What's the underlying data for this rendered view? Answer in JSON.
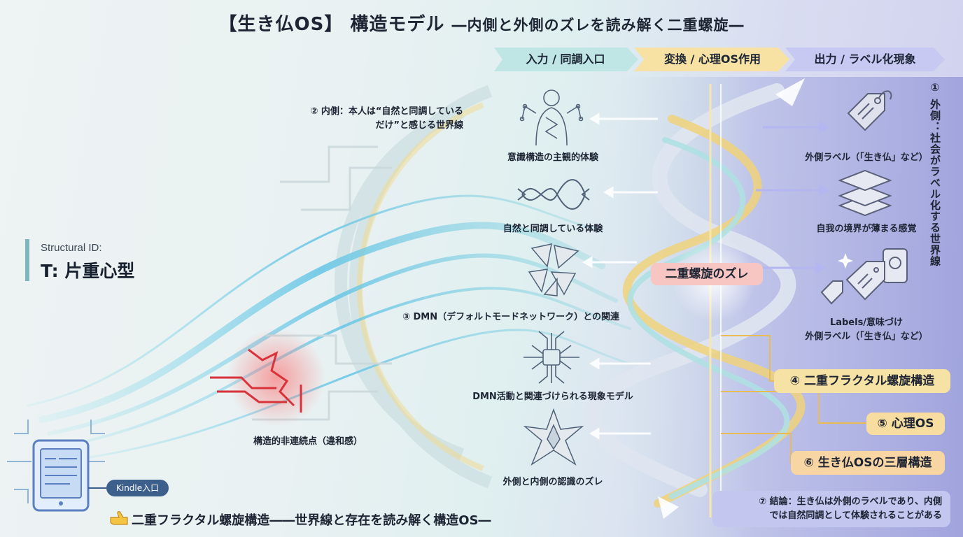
{
  "title": {
    "main": "【生き仏OS】 構造モデル",
    "sub": "―内側と外側のズレを読み解く二重螺旋―"
  },
  "stages": [
    {
      "label": "入力 / 同調入口",
      "color": "#bfe6e4"
    },
    {
      "label": "変換 / 心理OS作用",
      "color": "#f7e2a3"
    },
    {
      "label": "出力 / ラベル化現象",
      "color": "#c7c9f2"
    }
  ],
  "inner": {
    "line1": "② 内側：本人は“自然と同調している",
    "line2": "だけ”と感じる世界線"
  },
  "outer_vertical": "① 外側：社会がラベル化する世界線",
  "structural_id": {
    "label": "Structural ID:",
    "value": "T: 片重心型"
  },
  "left_icons": [
    {
      "label": "意識構造の主観的体験",
      "icon": "neural-human-icon"
    },
    {
      "label": "自然と同調している体験",
      "icon": "wave-icon"
    },
    {
      "label": "",
      "icon": "shattered-glass-icon"
    },
    {
      "label": "③ DMN（デフォルトモードネットワーク）との関連",
      "icon": "dmn-icon"
    },
    {
      "label": "DMN活動と関連づけられる現象モデル",
      "icon": "circuit-chip-icon"
    },
    {
      "label": "外側と内側の認識のズレ",
      "icon": "star-polygon-icon"
    }
  ],
  "right_icons": [
    {
      "label": "外側ラベル（「生き仏」など）",
      "icon": "tag-icon"
    },
    {
      "label": "自我の境界が薄まる感覚",
      "icon": "layers-icon"
    },
    {
      "label": "Labels/意味づけ",
      "label2": "外側ラベル（「生き仏」など）",
      "icon": "tags-icon"
    }
  ],
  "helix_label": "二重螺旋のズレ",
  "anomaly_label": "構造的非連続点（違和感）",
  "right_pills": {
    "p4": "④ 二重フラクタル螺旋構造",
    "p5": "⑤ 心理OS",
    "p6": "⑥ 生き仏OSの三層構造"
  },
  "conclusion": {
    "line1": "⑦ 結論：生き仏は外側のラベルであり、内側",
    "line2": "では自然同調として体験されることがある"
  },
  "kindle_label": "Kindle入口",
  "bottom_caption": "二重フラクタル螺旋構造――世界線と存在を読み解く構造OS―",
  "colors": {
    "teal": "#6fd0d6",
    "gold": "#f2c765",
    "purple": "#8d8fd6",
    "red": "#d8323a",
    "pink_pill": "#f7c6c2"
  }
}
